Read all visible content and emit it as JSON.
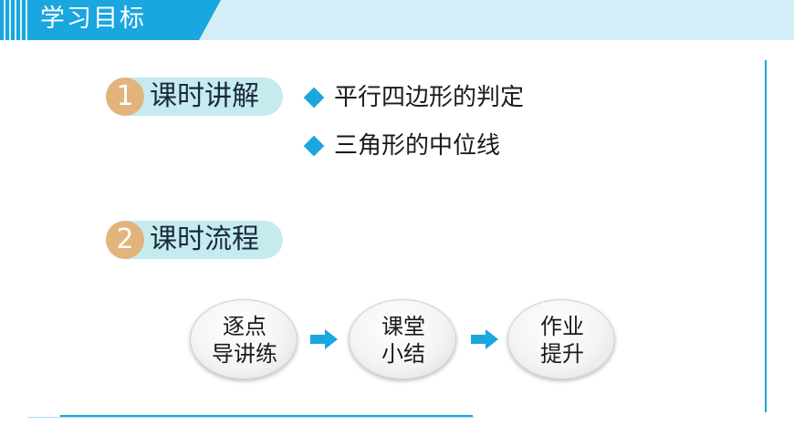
{
  "header": {
    "title": "学习目标"
  },
  "sections": [
    {
      "number": "1",
      "label": "课时讲解"
    },
    {
      "number": "2",
      "label": "课时流程"
    }
  ],
  "bullets": [
    "平行四边形的判定",
    "三角形的中位线"
  ],
  "flow": [
    {
      "line1": "逐点",
      "line2": "导讲练"
    },
    {
      "line1": "课堂",
      "line2": "小结"
    },
    {
      "line1": "作业",
      "line2": "提升"
    }
  ],
  "colors": {
    "accent": "#1aa6de",
    "band": "#d4eef8",
    "badge": "#e2b47c",
    "pill": "#c6ebef"
  },
  "icons": {
    "bullet": "diamond-icon",
    "flow_arrow": "arrow-right-icon"
  }
}
